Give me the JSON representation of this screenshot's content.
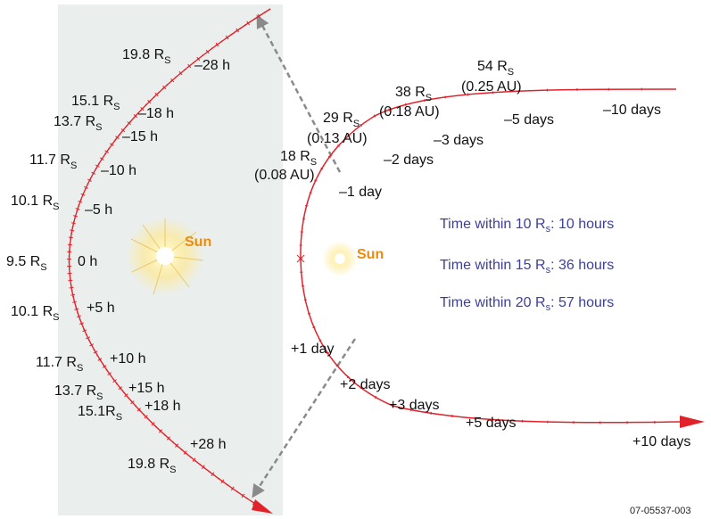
{
  "colors": {
    "orbit": "#e0232b",
    "panel": "#eaefee",
    "arrow_dashed": "#8a8a8a",
    "stats_text": "#3c3f9c",
    "sun_label": "#ee8a0c"
  },
  "zoom_panel": {
    "sun_label": "Sun",
    "labels": [
      {
        "id": "l1",
        "dist": "19.8 R",
        "sub": "S",
        "time": "–28 h"
      },
      {
        "id": "l2",
        "dist": "15.1 R",
        "sub": "S",
        "time": "–18 h"
      },
      {
        "id": "l3",
        "dist": "13.7 R",
        "sub": "S",
        "time": "–15 h"
      },
      {
        "id": "l4",
        "dist": "11.7 R",
        "sub": "S",
        "time": "–10 h"
      },
      {
        "id": "l5",
        "dist": "10.1 R",
        "sub": "S",
        "time": "–5 h"
      },
      {
        "id": "l6",
        "dist": "9.5 R",
        "sub": "S",
        "time": "0 h"
      },
      {
        "id": "l7",
        "dist": "10.1 R",
        "sub": "S",
        "time": "+5 h"
      },
      {
        "id": "l8",
        "dist": "11.7 R",
        "sub": "S",
        "time": "+10 h"
      },
      {
        "id": "l9",
        "dist": "13.7 R",
        "sub": "S",
        "time": "+15 h"
      },
      {
        "id": "l10",
        "dist": "15.1R",
        "sub": "S",
        "time": "+18 h"
      },
      {
        "id": "l11",
        "dist": "19.8 R",
        "sub": "S",
        "time": "+28 h"
      }
    ]
  },
  "full_orbit": {
    "sun_label": "Sun",
    "inbound_distances": [
      {
        "id": "d1",
        "dist": "18 R",
        "sub": "S",
        "au": "(0.08 AU)"
      },
      {
        "id": "d2",
        "dist": "29 R",
        "sub": "S",
        "au": "(0.13 AU)"
      },
      {
        "id": "d3",
        "dist": "38 R",
        "sub": "S",
        "au": "(0.18 AU)"
      },
      {
        "id": "d4",
        "dist": "54 R",
        "sub": "S",
        "au": "(0.25 AU)"
      }
    ],
    "inbound_times": [
      "–1 day",
      "–2 days",
      "–3 days",
      "–5 days",
      "–10 days"
    ],
    "outbound_times": [
      "+1 day",
      "+2 days",
      "+3 days",
      "+5 days",
      "+10 days"
    ]
  },
  "stats": [
    {
      "prefix": "Time within 10 R",
      "sub": "s",
      "suffix": ": 10 hours"
    },
    {
      "prefix": "Time within 15 R",
      "sub": "s",
      "suffix": ": 36 hours"
    },
    {
      "prefix": "Time within 20 R",
      "sub": "s",
      "suffix": ": 57 hours"
    }
  ],
  "figure_id": "07-05537-003"
}
